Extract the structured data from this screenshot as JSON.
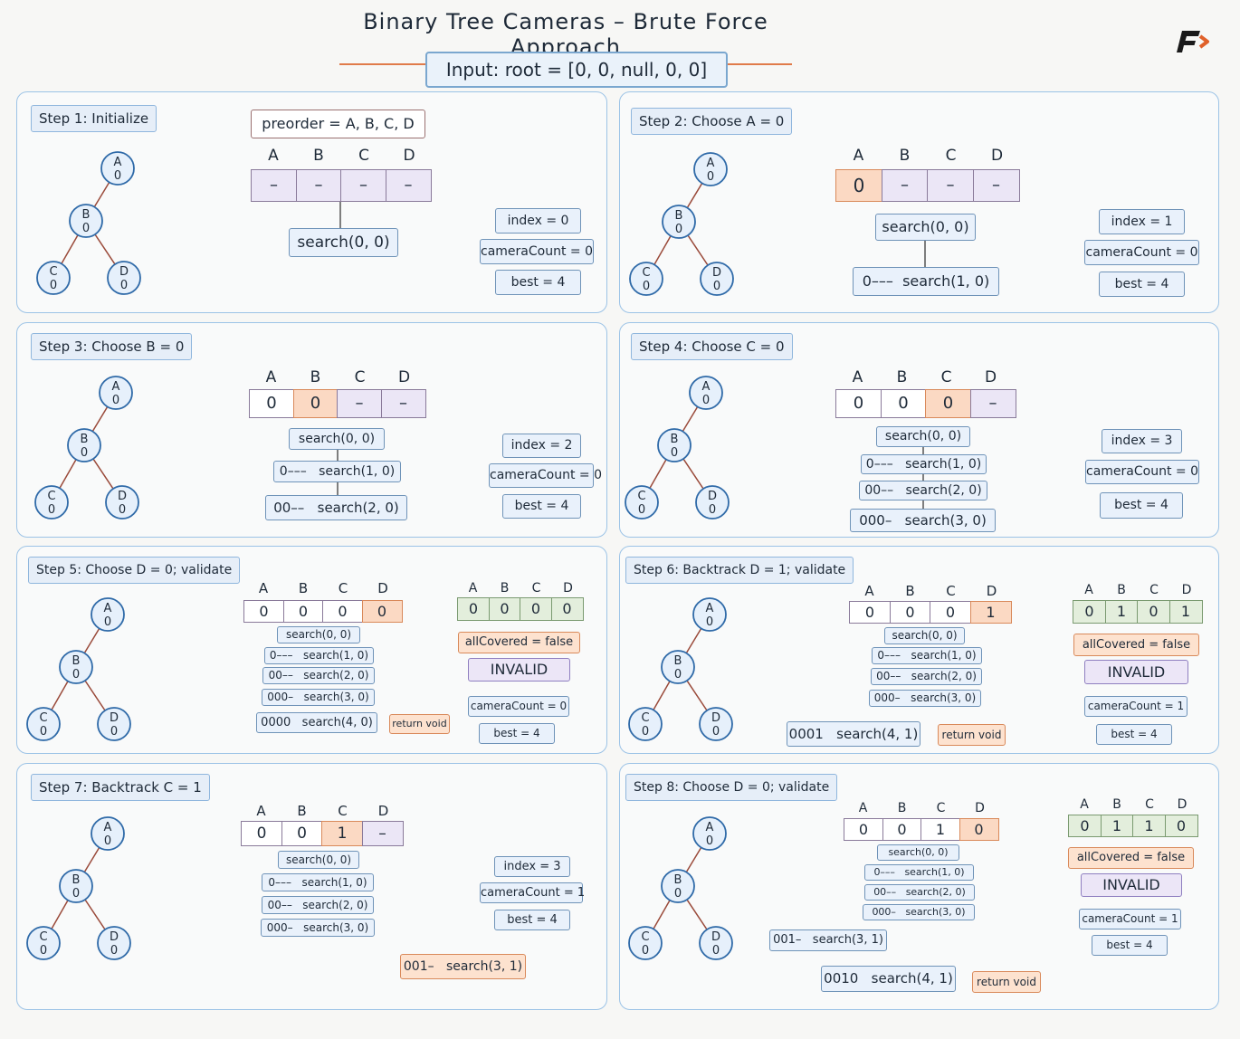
{
  "header": {
    "title": "Binary Tree Cameras – Brute Force Approach",
    "input": "Input: root = [0, 0, null, 0, 0]"
  },
  "node_labels": [
    "A",
    "B",
    "C",
    "D"
  ],
  "node_values": [
    "0",
    "0",
    "0",
    "0"
  ],
  "col_labels": [
    "A",
    "B",
    "C",
    "D"
  ],
  "steps": {
    "s1": {
      "title": "Step 1: Initialize",
      "preorder": "preorder = A, B, C, D",
      "cells": [
        "–",
        "–",
        "–",
        "–"
      ],
      "call": "search(0, 0)",
      "index": "index = 0",
      "cameraCount": "cameraCount = 0",
      "best": "best = 4"
    },
    "s2": {
      "title": "Step 2: Choose A = 0",
      "cells": [
        "0",
        "–",
        "–",
        "–"
      ],
      "call1": "search(0, 0)",
      "call2p": "0–––",
      "call2": "search(1, 0)",
      "index": "index = 1",
      "cameraCount": "cameraCount = 0",
      "best": "best = 4"
    },
    "s3": {
      "title": "Step 3: Choose B = 0",
      "cells": [
        "0",
        "0",
        "–",
        "–"
      ],
      "call1": "search(0, 0)",
      "call2p": "0–––",
      "call2": "search(1, 0)",
      "call3p": "00––",
      "call3": "search(2, 0)",
      "index": "index = 2",
      "cameraCount": "cameraCount = 0",
      "best": "best = 4"
    },
    "s4": {
      "title": "Step 4: Choose C = 0",
      "cells": [
        "0",
        "0",
        "0",
        "–"
      ],
      "call1": "search(0, 0)",
      "call2p": "0–––",
      "call2": "search(1, 0)",
      "call3p": "00––",
      "call3": "search(2, 0)",
      "call4p": "000–",
      "call4": "search(3, 0)",
      "index": "index = 3",
      "cameraCount": "cameraCount = 0",
      "best": "best = 4"
    },
    "s5": {
      "title": "Step 5: Choose D = 0; validate",
      "cells": [
        "0",
        "0",
        "0",
        "0"
      ],
      "cover": [
        "0",
        "0",
        "0",
        "0"
      ],
      "call1": "search(0, 0)",
      "call2p": "0–––",
      "call2": "search(1, 0)",
      "call3p": "00––",
      "call3": "search(2, 0)",
      "call4p": "000–",
      "call4": "search(3, 0)",
      "call5p": "0000",
      "call5": "search(4, 0)",
      "ret": "return void",
      "allCovered": "allCovered = false",
      "invalid": "INVALID",
      "cameraCount": "cameraCount = 0",
      "best": "best = 4"
    },
    "s6": {
      "title": "Step 6: Backtrack D = 1; validate",
      "cells": [
        "0",
        "0",
        "0",
        "1"
      ],
      "cover": [
        "0",
        "1",
        "0",
        "1"
      ],
      "call1": "search(0, 0)",
      "call2p": "0–––",
      "call2": "search(1, 0)",
      "call3p": "00––",
      "call3": "search(2, 0)",
      "call4p": "000–",
      "call4": "search(3, 0)",
      "call5p": "0001",
      "call5": "search(4, 1)",
      "ret": "return void",
      "allCovered": "allCovered = false",
      "invalid": "INVALID",
      "cameraCount": "cameraCount = 1",
      "best": "best = 4"
    },
    "s7": {
      "title": "Step 7: Backtrack C = 1",
      "cells": [
        "0",
        "0",
        "1",
        "–"
      ],
      "call1": "search(0, 0)",
      "call2p": "0–––",
      "call2": "search(1, 0)",
      "call3p": "00––",
      "call3": "search(2, 0)",
      "call4p": "000–",
      "call4": "search(3, 0)",
      "call5p": "001–",
      "call5": "search(3, 1)",
      "index": "index = 3",
      "cameraCount": "cameraCount = 1",
      "best": "best = 4"
    },
    "s8": {
      "title": "Step 8: Choose D = 0; validate",
      "cells": [
        "0",
        "0",
        "1",
        "0"
      ],
      "cover": [
        "0",
        "1",
        "1",
        "0"
      ],
      "call1": "search(0, 0)",
      "call2p": "0–––",
      "call2": "search(1, 0)",
      "call3p": "00––",
      "call3": "search(2, 0)",
      "call4p": "000–",
      "call4": "search(3, 0)",
      "call5p": "001–",
      "call5": "search(3, 1)",
      "call6p": "0010",
      "call6": "search(4, 1)",
      "ret": "return void",
      "allCovered": "allCovered = false",
      "invalid": "INVALID",
      "cameraCount": "cameraCount = 1",
      "best": "best = 4"
    }
  },
  "colors": {
    "unset": "#ebe6f6",
    "current": "#fbd9c3",
    "covered": "#e3eedc",
    "box": "#e9f1fb",
    "panel_border": "#9cc3e6"
  }
}
